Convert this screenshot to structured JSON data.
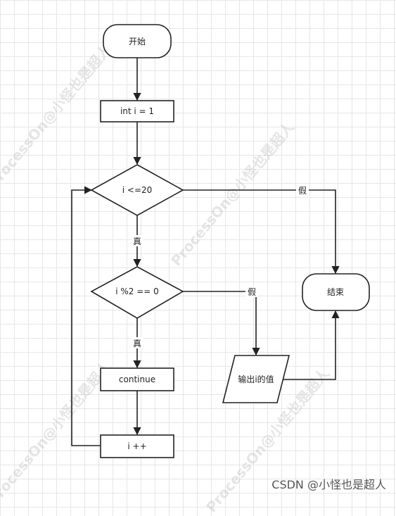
{
  "nodes": {
    "start": "开始",
    "init": "int i = 1",
    "cond_loop": "i <=20",
    "cond_mod": "i %2 == 0",
    "continue_stmt": "continue",
    "increment": "i ++",
    "output": "输出i的值",
    "end": "结束"
  },
  "edges": {
    "loop_true": "真",
    "loop_false": "假",
    "mod_true": "真",
    "mod_false": "假"
  },
  "watermark": "ProcessOn@小怪也是超人",
  "credit": "CSDN @小怪也是超人"
}
